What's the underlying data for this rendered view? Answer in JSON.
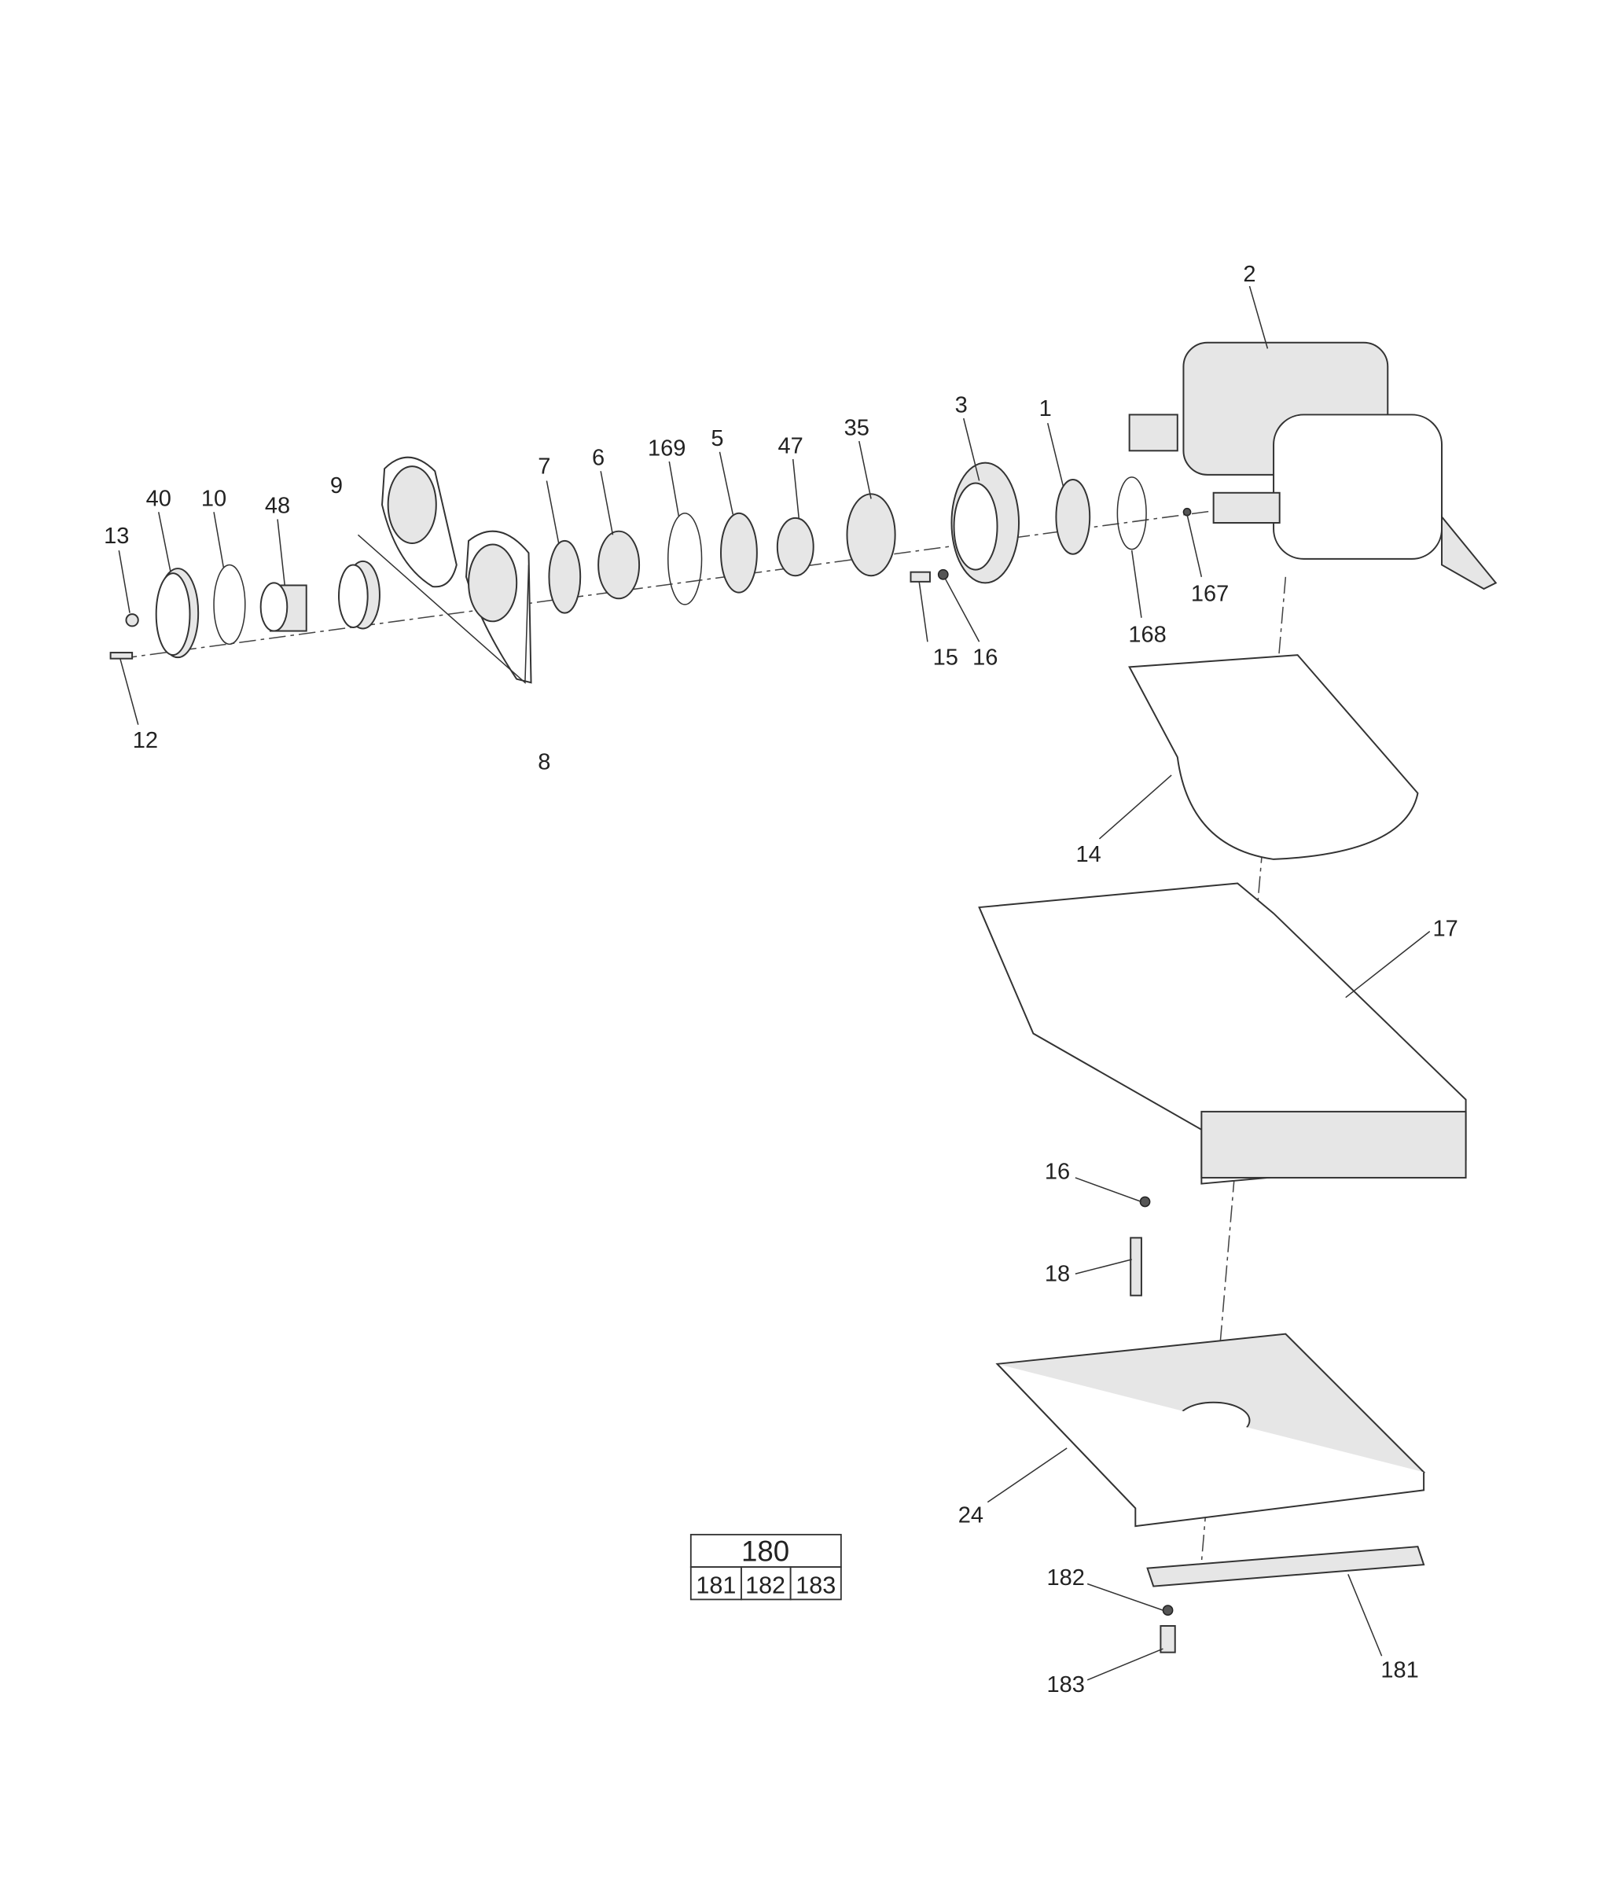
{
  "callouts": {
    "c1": "1",
    "c2": "2",
    "c3": "3",
    "c5": "5",
    "c6": "6",
    "c7": "7",
    "c8": "8",
    "c9": "9",
    "c10": "10",
    "c12": "12",
    "c13": "13",
    "c14": "14",
    "c15": "15",
    "c16a": "16",
    "c16b": "16",
    "c17": "17",
    "c18": "18",
    "c24": "24",
    "c35": "35",
    "c40": "40",
    "c47": "47",
    "c48": "48",
    "c167": "167",
    "c168": "168",
    "c169": "169",
    "c181": "181",
    "c182": "182",
    "c183": "183"
  },
  "kit_table": {
    "header": "180",
    "items": [
      "181",
      "182",
      "183"
    ]
  }
}
